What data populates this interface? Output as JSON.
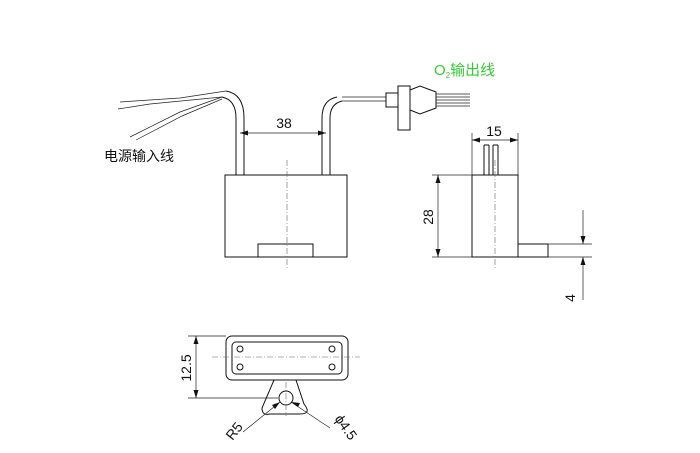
{
  "labels": {
    "power_input_wire": "电源输入线",
    "o2_output_prefix": "O",
    "o2_output_sub": "2",
    "o2_output_suffix": "输出线"
  },
  "dimensions": {
    "lead_spacing": "38",
    "side_width": "15",
    "body_height": "28",
    "tab_thickness": "4",
    "bottom_height": "12.5",
    "radius": "R5",
    "hole_diameter": "ϕ4.5"
  },
  "colors": {
    "output_label": "#33cc33",
    "line": "#111111"
  }
}
